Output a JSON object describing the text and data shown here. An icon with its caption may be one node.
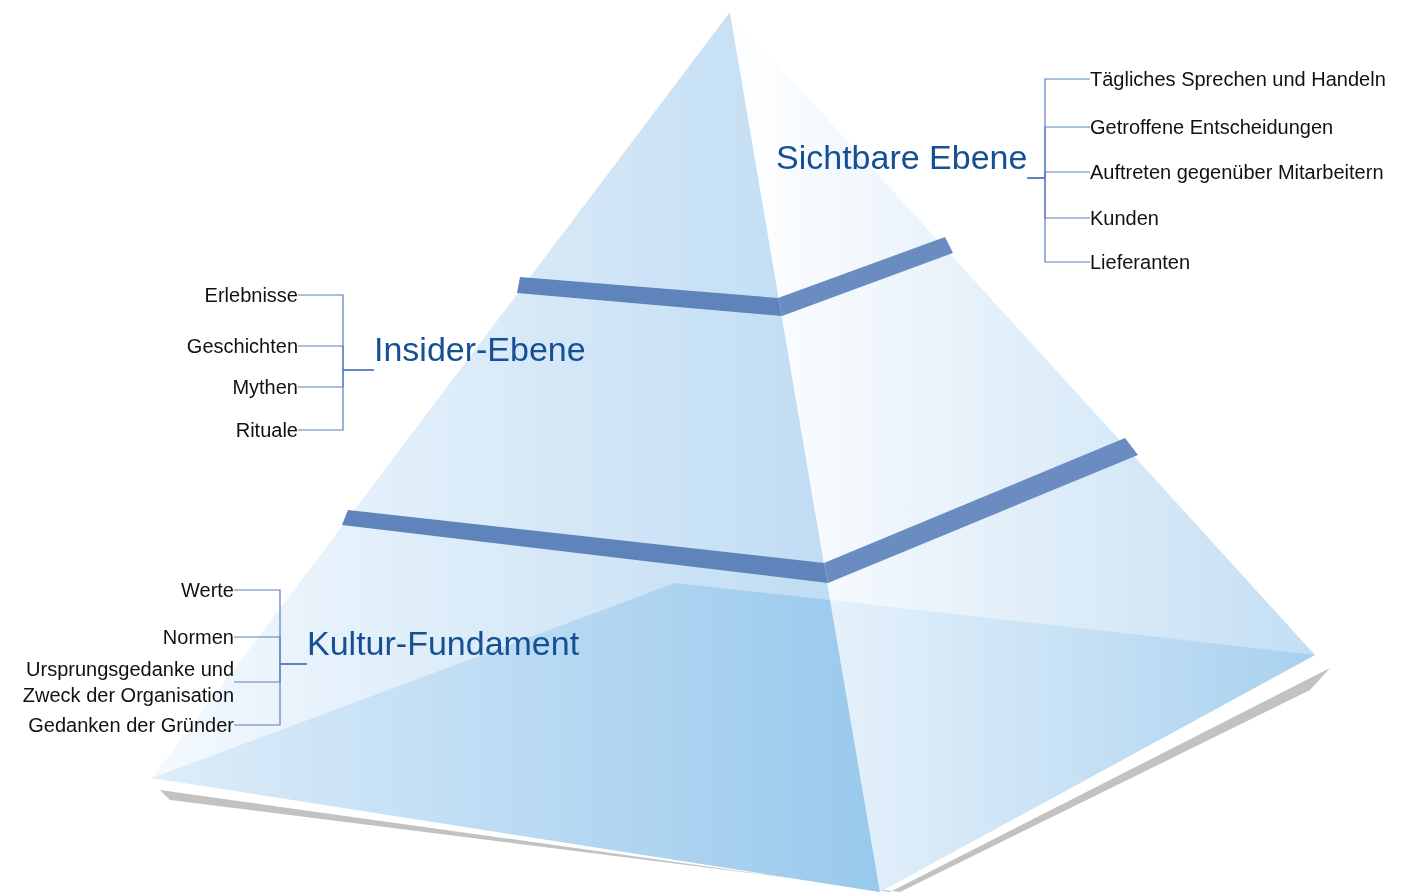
{
  "diagram": {
    "nodes": [
      {
        "text": [
          "Sichtbare Ebene"
        ]
      },
      {
        "text": [
          "Tägliches Sprechen und Handeln"
        ]
      },
      {
        "text": [
          "Getroffene Entscheidungen"
        ]
      },
      {
        "text": [
          "Auftreten gegenüber Mitarbeitern"
        ]
      },
      {
        "text": [
          "Kunden"
        ]
      },
      {
        "text": [
          "Lieferanten"
        ]
      },
      {
        "text": [
          "Erlebnisse"
        ]
      },
      {
        "text": [
          "Geschichten"
        ]
      },
      {
        "text": [
          "Mythen"
        ]
      },
      {
        "text": [
          "Rituale"
        ]
      },
      {
        "text": [
          "Insider-Ebene"
        ]
      },
      {
        "text": [
          "Werte"
        ]
      },
      {
        "text": [
          "Normen"
        ]
      },
      {
        "text": [
          "Ursprungsgedanke und Zweck der Organisation"
        ]
      },
      {
        "text": [
          "Gedanken der Gründer"
        ]
      },
      {
        "text": [
          "Kultur-Fundament"
        ]
      }
    ],
    "edges": [
      {
        "from": 0,
        "to": 1,
        "arrow": "none"
      },
      {
        "from": 0,
        "to": 2,
        "arrow": "none"
      },
      {
        "from": 0,
        "to": 3,
        "arrow": "none"
      },
      {
        "from": 0,
        "to": 4,
        "arrow": "none"
      },
      {
        "from": 0,
        "to": 5,
        "arrow": "none"
      },
      {
        "from": 10,
        "to": 6,
        "arrow": "none"
      },
      {
        "from": 10,
        "to": 7,
        "arrow": "none"
      },
      {
        "from": 10,
        "to": 8,
        "arrow": "none"
      },
      {
        "from": 10,
        "to": 9,
        "arrow": "none"
      },
      {
        "from": 15,
        "to": 11,
        "arrow": "none"
      },
      {
        "from": 15,
        "to": 12,
        "arrow": "none"
      },
      {
        "from": 15,
        "to": 13,
        "arrow": "none"
      },
      {
        "from": 15,
        "to": 14,
        "arrow": "none"
      }
    ]
  }
}
